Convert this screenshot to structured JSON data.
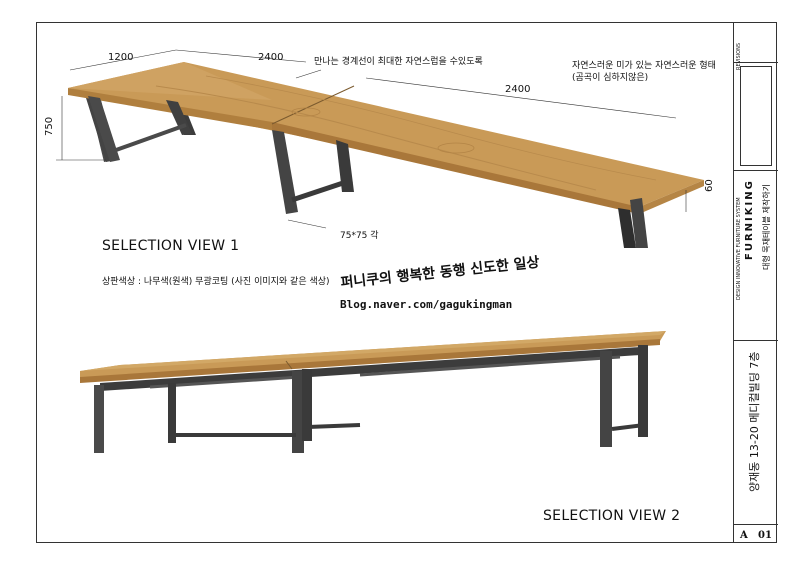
{
  "dimensions": {
    "depth": "1200",
    "length_left": "2400",
    "length_right": "2400",
    "height": "750",
    "thickness": "60",
    "leg_size": "75*75 각"
  },
  "notes": {
    "seam": "만나는 경계선이 최대한 자연스럽을 수있도록",
    "edge_line1": "자연스러운 미가 있는 자연스러운 형태",
    "edge_line2": "(곰곡이 심하지않은)"
  },
  "views": {
    "view1": "SELECTION VIEW 1",
    "view2": "SELECTION VIEW 2"
  },
  "spec": "상판색상 : 나무색(원색) 무광코팅 (사진 이미지와 같은 색상)",
  "watermark": {
    "title": "퍼니쿠의 행복한 동행 신도한 일상",
    "url": "Blog.naver.com/gagukingman"
  },
  "title_block": {
    "revisions": "REVISIONS",
    "brand": "FURNIKING",
    "brand_sub": "DESIGN INNOVATIVE FURNITURE SYSTEM",
    "project": "대형 목재테이블 제작하기",
    "address": "양재동 13-20 메디컬빌딩 7층",
    "sheet_letter": "A",
    "sheet_number": "01"
  },
  "colors": {
    "wood": "#c99a57",
    "wood_dark": "#b07f3e",
    "steel": "#4a4a4a",
    "steel_dark": "#2e2e2e"
  }
}
